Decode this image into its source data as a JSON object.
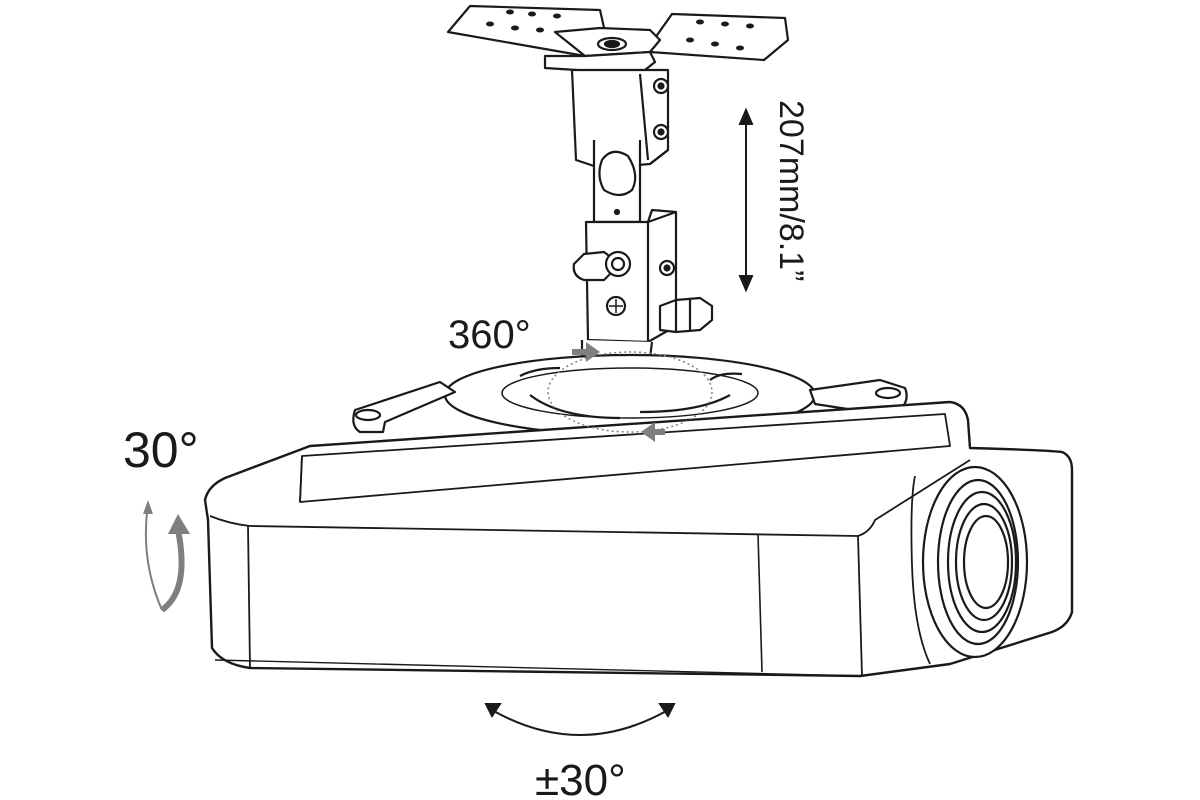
{
  "labels": {
    "height_range": "207mm/8.1”",
    "rotation": "360°",
    "tilt": "30°",
    "swivel": "±30°"
  },
  "colors": {
    "line": "#1a1a1a",
    "arrow": "#7f7f7f",
    "background": "#ffffff"
  }
}
